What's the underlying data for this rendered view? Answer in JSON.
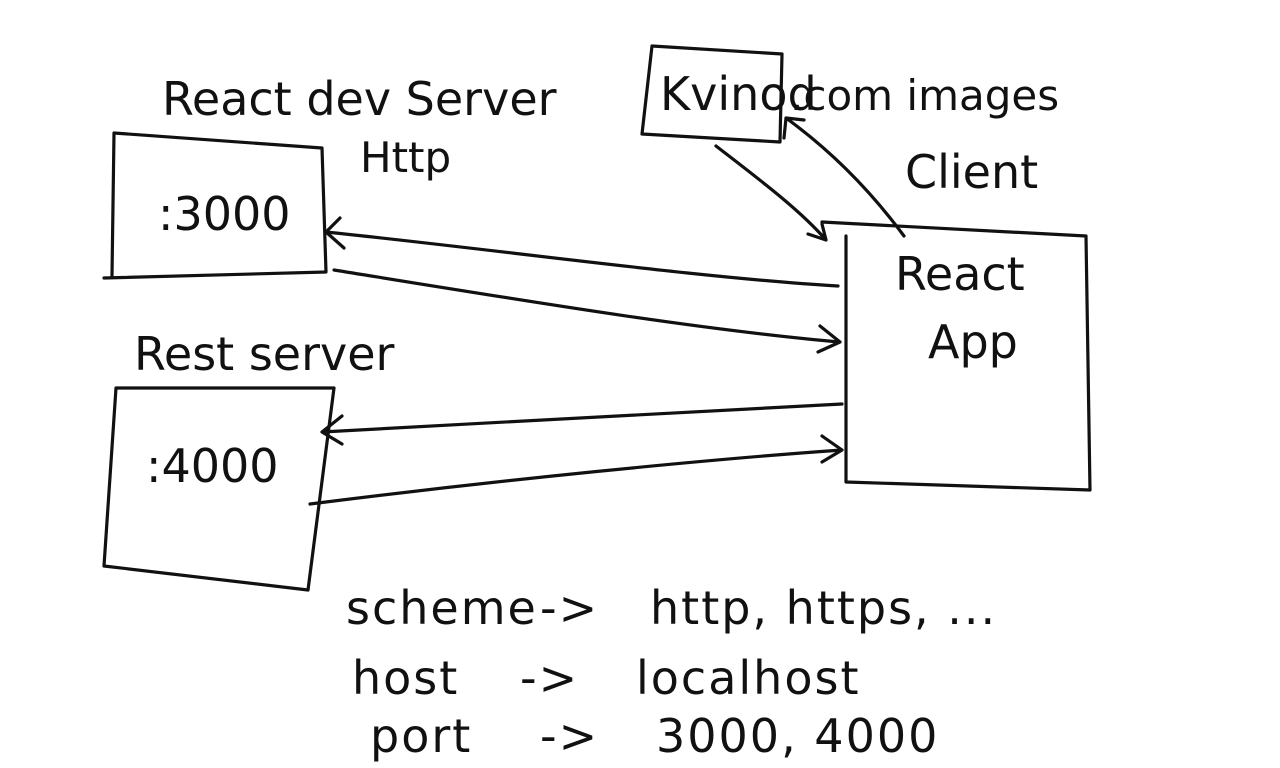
{
  "diagram": {
    "nodes": {
      "dev_server": {
        "title": "React dev Server",
        "subtitle": "Http",
        "port": ":3000"
      },
      "rest_server": {
        "title": "Rest server",
        "port": ":4000"
      },
      "kvinod": {
        "label": "Kvinod",
        "suffix": ".com images"
      },
      "client": {
        "title": "Client",
        "box_line1": "React",
        "box_line2": "App"
      }
    },
    "legend": [
      {
        "key": "scheme",
        "arrow": "->",
        "value": "http, https, ..."
      },
      {
        "key": "host",
        "arrow": "->",
        "value": "localhost"
      },
      {
        "key": "port",
        "arrow": "->",
        "value": "3000, 4000"
      }
    ]
  }
}
